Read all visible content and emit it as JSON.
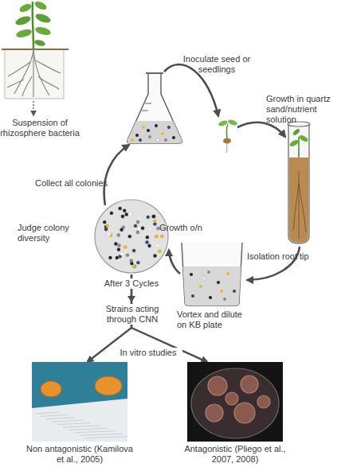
{
  "diagram": {
    "nodes": [
      {
        "text": [
          "After 3 Cycles"
        ]
      },
      {
        "text": [
          "Non antagonistic (Kamilova et al., 2005)"
        ]
      },
      {
        "text": [
          "Antagonistic (Pliego et al., 2007, 2008)"
        ]
      }
    ],
    "edges": [
      {
        "from": 0,
        "to": 1,
        "arrow": "to"
      },
      {
        "from": 0,
        "to": 2,
        "arrow": "to"
      }
    ],
    "labels": [
      "Suspension of rhizosphere bacteria",
      "Inoculate seed or seedlings",
      "Growth in quartz sand/nutrient solution",
      "Isolation root tip",
      "Vortex and dilute on KB plate",
      "Growth o/n",
      "Collect all colonies",
      "Judge colony diversity",
      "Strains acting through CNN",
      "In vitro studies"
    ]
  }
}
